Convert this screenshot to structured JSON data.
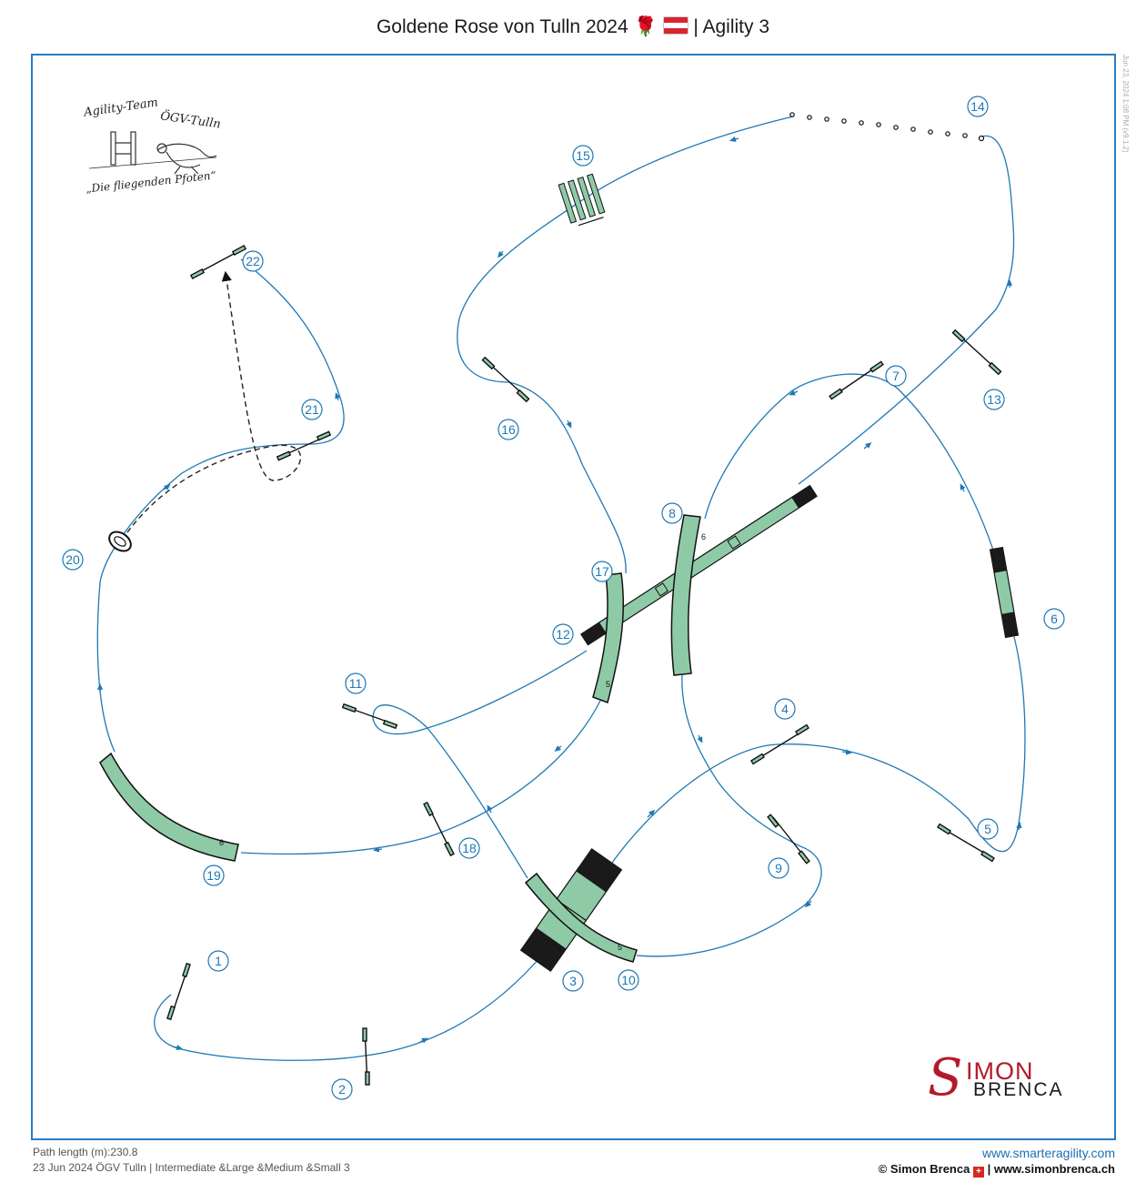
{
  "header": {
    "title_text": "Goldene Rose von Tulln 2024",
    "title_suffix": "| Agility 3",
    "rose_icon": "🌹"
  },
  "stamp": "Jun 23, 2024 1:08 PM  (v9.1.2)",
  "team_logo": {
    "line1": "Agility-Team",
    "line2": "ÖGV-Tulln",
    "slogan": "„Die fliegenden Pfoten“"
  },
  "brand": {
    "initial": "S",
    "line1": "IMON",
    "line2": "BRENCA"
  },
  "footer": {
    "path_length": "Path length (m):230.8",
    "event_line": "23 Jun 2024 ÖGV Tulln | Intermediate &Large &Medium &Small 3",
    "url": "www.smarteragility.com",
    "copyright": "© Simon Brenca",
    "copyright_url": "| www.simonbrenca.ch"
  },
  "colors": {
    "path": "#1f78b4",
    "equipment_fill": "#8fcaa7",
    "contact_zone": "#1a1a1a",
    "frame": "#2a7bc4"
  },
  "course_numbers": [
    "1",
    "2",
    "3",
    "4",
    "5",
    "6",
    "7",
    "8",
    "9",
    "10",
    "11",
    "12",
    "13",
    "14",
    "15",
    "16",
    "17",
    "18",
    "19",
    "20",
    "21",
    "22"
  ],
  "tunnel_labels": [
    "6",
    "5",
    "5",
    "6"
  ]
}
